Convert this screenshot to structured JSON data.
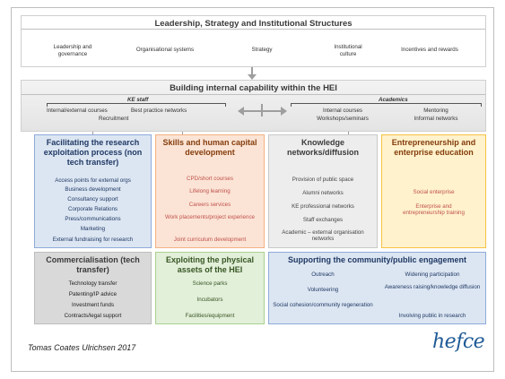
{
  "leadership": {
    "title": "Leadership, Strategy and Institutional Structures",
    "items": [
      "Leadership and governance",
      "Organisational systems",
      "Strategy",
      "Institutional culture",
      "Incentives and rewards"
    ]
  },
  "capability": {
    "title": "Building internal capability within the HEI",
    "ke_staff": {
      "label": "KE staff",
      "items": [
        "Internal/external courses",
        "Best practice networks",
        "Recruitment"
      ]
    },
    "academics": {
      "label": "Academics",
      "items": [
        "Internal courses",
        "Workshops/seminars",
        "Mentoring",
        "Informal networks"
      ]
    }
  },
  "row1": [
    {
      "title": "Facilitating the research exploitation process (non tech transfer)",
      "items": [
        "Access points for external orgs",
        "Business development",
        "Consultancy support",
        "Corporate Relations",
        "Press/communications",
        "Marketing",
        "External fundraising for research"
      ]
    },
    {
      "title": "Skills and human capital development",
      "items": [
        "CPD/short courses",
        "Lifelong learning",
        "Careers services",
        "Work placements/project experience",
        "Joint curriculum development"
      ]
    },
    {
      "title": "Knowledge networks/diffusion",
      "items": [
        "Provision of public space",
        "Alumni networks",
        "KE professional networks",
        "Staff exchanges",
        "Academic – external organisation networks"
      ]
    },
    {
      "title": "Entrepreneurship and enterprise education",
      "items": [
        "Social enterprise",
        "Enterprise and entrepreneurship training"
      ]
    }
  ],
  "row2": [
    {
      "title": "Commercialisation (tech transfer)",
      "items": [
        "Technology transfer",
        "Patenting/IP advice",
        "Investment funds",
        "Contracts/legal support"
      ]
    },
    {
      "title": "Exploiting the physical assets of the HEI",
      "items": [
        "Science parks",
        "Incubators",
        "Facilities/equipment"
      ]
    },
    {
      "title": "Supporting the community/public engagement",
      "items": [
        "Outreach",
        "Widening participation",
        "Volunteering",
        "Awareness raising/knowledge diffusion",
        "Social cohesion/community regeneration",
        "Involving public in research"
      ]
    }
  ],
  "footer": {
    "author": "Tomas Coates Ulrichsen 2017",
    "logo": "hefce"
  },
  "colors": {
    "blue_fill": "#dce6f2",
    "blue_border": "#8eaadb",
    "orange_fill": "#fbe4d5",
    "orange_border": "#f4b183",
    "grey_fill": "#ededed",
    "grey_border": "#c9c9c9",
    "yellow_fill": "#fff2cc",
    "yellow_border": "#f6c242",
    "green_fill": "#e2efd9",
    "green_border": "#a9d18e",
    "header_grey": "#d0d0d0"
  }
}
